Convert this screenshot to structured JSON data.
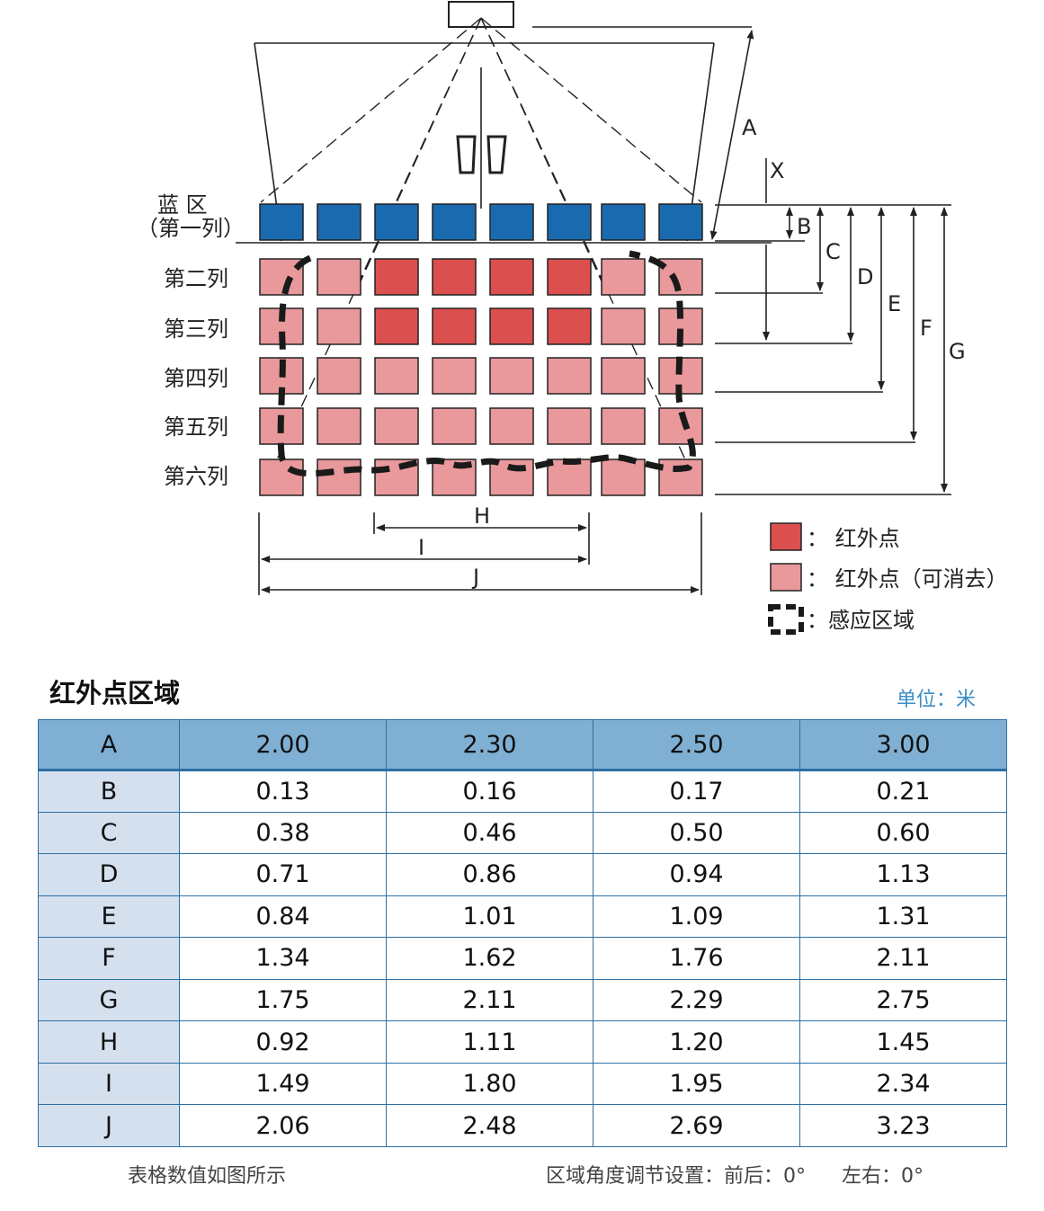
{
  "diagram": {
    "row_labels": {
      "blue_line1": "蓝  区",
      "blue_line2": "（第一列）",
      "row2": "第二列",
      "row3": "第三列",
      "row4": "第四列",
      "row5": "第五列",
      "row6": "第六列"
    },
    "dimension_labels": {
      "A": "A",
      "X": "X",
      "B": "B",
      "C": "C",
      "D": "D",
      "E": "E",
      "F": "F",
      "G": "G",
      "H": "H",
      "I": "I",
      "J": "J"
    },
    "legend": {
      "infrared": "：  红外点",
      "infrared_removable": "：  红外点（可消去）",
      "sensing_area": "：感应区域"
    },
    "colors": {
      "blue_zone": "#1a6aaf",
      "infrared_red": "#dc4f4f",
      "infrared_pink": "#e9989c",
      "dashed_outline": "#1a1a1a"
    }
  },
  "table": {
    "title": "红外点区域",
    "unit": "单位：米",
    "header": [
      "A",
      "2.00",
      "2.30",
      "2.50",
      "3.00"
    ],
    "rows": [
      [
        "B",
        "0.13",
        "0.16",
        "0.17",
        "0.21"
      ],
      [
        "C",
        "0.38",
        "0.46",
        "0.50",
        "0.60"
      ],
      [
        "D",
        "0.71",
        "0.86",
        "0.94",
        "1.13"
      ],
      [
        "E",
        "0.84",
        "1.01",
        "1.09",
        "1.31"
      ],
      [
        "F",
        "1.34",
        "1.62",
        "1.76",
        "2.11"
      ],
      [
        "G",
        "1.75",
        "2.11",
        "2.29",
        "2.75"
      ],
      [
        "H",
        "0.92",
        "1.11",
        "1.20",
        "1.45"
      ],
      [
        "I",
        "1.49",
        "1.80",
        "1.95",
        "2.34"
      ],
      [
        "J",
        "2.06",
        "2.48",
        "2.69",
        "3.23"
      ]
    ]
  },
  "footer": {
    "note": "表格数值如图所示",
    "angle_label": "区域角度调节设置：前后：0°",
    "left_right": "左右：0°"
  }
}
